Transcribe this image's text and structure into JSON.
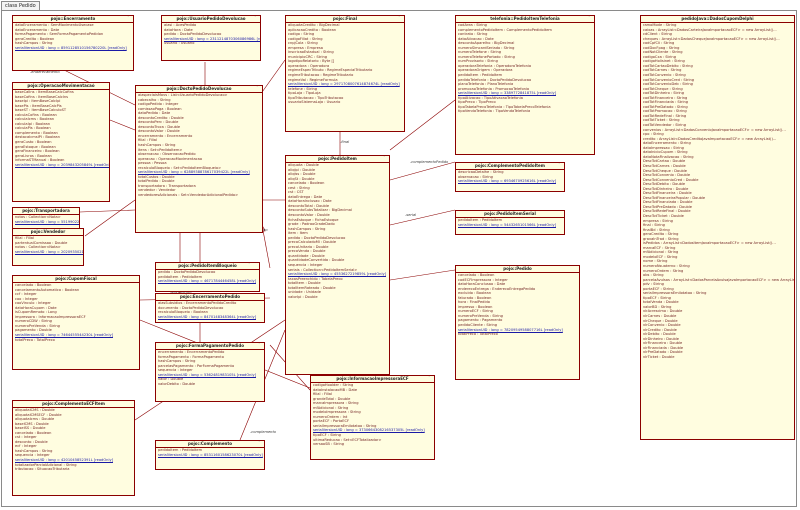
{
  "diagram": {
    "tab_title": "class Pedido"
  },
  "edge_labels": [
    "-enderecamento",
    "-documento",
    "-pedido",
    "-documento",
    "-impressora",
    "-pedido",
    "-complemento",
    "-complemento",
    "-complementoPedido",
    "-serial",
    "-final"
  ],
  "classes": [
    {
      "id": "encerramento",
      "title": "pojo::Encerramento",
      "stereo": "PersistentInpl",
      "attrs": [
        "dataEnceramento : SemMovimentoUsecase",
        "dataEnceramento : Date",
        "formaPagamento : SemFormaPagamentoPedidon",
        "geraCredito : Boolean",
        "hashCampos : String",
        "serialVersionUID : long = 8591128510156780220L [readOnly]"
      ]
    },
    {
      "id": "usuarioPedido",
      "title": "pojo::UsuarioPedidoDevolucao",
      "stereo": "PersistentInpl",
      "attrs": [
        "aiasi : AcesPedido",
        "dataHora : Date",
        "pedido : DoctoPedidoDevolucao",
        "serialVersionUID : long = 2311214870306086986L [readOnly]",
        "usuario : Usuario"
      ]
    },
    {
      "id": "final",
      "title": "pojo::Final",
      "stereo": "PersistentInpl",
      "attrs": [
        "aliquotaCredito : BigDecimal",
        "aplicacaoCredito : Boolean",
        "codigo : String",
        "codigoFiliat : String",
        "cnpjCola : String",
        "empresa : Empresa",
        "inscricaoEstadual : String",
        "municipioCRC : String",
        "logotipoRelatorio : Byte []",
        "operadora : Operadora",
        "regimeEspecTributo : RegimeEspecialTributario",
        "regimeTributacao : RegimeTributario",
        "regimeVal : RegimeFormula",
        "serialVersionUID : long = 2971708007614874674L [readOnly]",
        "telefone : String",
        "tipoLoja : TipoLoja",
        "tipoTributacao : TipoTributacao",
        "usuarioSistemaLoja : Usuario"
      ]
    },
    {
      "id": "pedidoTelefonia",
      "title": "telefonia::PedidoItemTelefonia",
      "stereo": "PersistentInpl",
      "attrs": [
        "codArea : String",
        "complementoPedidoItem : ComplementoPedidoItem",
        "contrato : String",
        "dataAtivacao : Date",
        "descontoAparelho : BigDecimal",
        "numeroSimcardSeriado : String",
        "numeroTelefone : String",
        "numeroTelefonePortado : String",
        "numProvisorio : String",
        "operadoraTelefonia : OperadoraTelefonia",
        "operadoraOrigem : Operadora",
        "pedidoItem : PedidoItem",
        "pedidoTelefonia : DoctoPedidoDevolucao",
        "planoTelefonia : PlanoTelefonia",
        "promocaoTelefonia : PromocaoTelefonia",
        "serialVersionUID : long = 3389772841875L [readOnly]",
        "tipoAtivacao : TipoAtivacaoTelefonia",
        "tipoPreco : TipoPreco",
        "tipoTabelaPrecoTelefonia : TipoTabelaPrecoTelefonia",
        "tipoVendaTelefonia : TipoVendaTelefonia"
      ]
    },
    {
      "id": "dadosCupomDelphi",
      "title": "pedidoJava::DadosCupomDelphi",
      "stereo": "",
      "attrs": [
        "ramoMode : String",
        "caixas : ArrayList<DadosCarteiraJavaImportacaoECF> = new ArrayList()...",
        "cdClient : String",
        "cheques : ArrayList<DadosChequeJavaImportacaoECF> = new ArrayList()...",
        "codCpfCli : String",
        "codDocFpag : String",
        "codNotCliente : String",
        "codigoCxa : String",
        "codigoHolisinet : String",
        "codTotCartaoDebito : String",
        "codTotCarnes : String",
        "codTotConvenio : String",
        "codTotConvenioCred : String",
        "codTotConvenioDeb : String",
        "codTotCheque : String",
        "codTotDinheiro : String",
        "codTotFinanceira : String",
        "codTotFinanciada : String",
        "codTotPreDatado : String",
        "codTotPromocao : String",
        "codTotRedeFinal : String",
        "codTotTicket : String",
        "codTotVendedor : String",
        "convenios : ArrayList<DadosConvenioJavaImportacaoECF> = new ArrayList()...",
        "cpo : String",
        "credito : ArrayList<DadosCreditoJavaImportacaoECF> = new ArrayList()...",
        "dataEncerramento : String",
        "dataImpressao : String",
        "dataInicioCupom : String",
        "dataNotaFinalizacao : String",
        "DescTotCartao : Double",
        "DescTotCarnes : Double",
        "DescTotCheque : Double",
        "DescTotConvenio : Double",
        "DescTotConvenioCred : Double",
        "DescTotDebito : Double",
        "DescTotDinheiro : Double",
        "DescTotFinanceira : Double",
        "DescTotFinanceiraPopular : Double",
        "DescTotFinanciada : Double",
        "DescTotPreDatado : Double",
        "DescTotRedeFinal : Double",
        "DescTotTicket : Double",
        "empresa : String",
        "final : String",
        "finalBd : String",
        "geraCredito : String",
        "gravaInTrad : String",
        "isPedidos : ArrayList<DadosItemJavaImportacaoECF> = new ArrayList()...",
        "marcaECF : String",
        "mfAdicional : String",
        "modeloECF : String",
        "nome : String",
        "numeroNsuaterno : String",
        "numeroOrdem : String",
        "obs : String",
        "parcelaAvulsas : ArrayList<DadosParcelaAvulsaJavaImportacaoECF> = new ArrayList()...",
        "pdv : String",
        "portaECF : String",
        "serialImpressoraEmilotatoo : String",
        "tipoECF : String",
        "totalVenda : Double",
        "valorBD : String",
        "vlrAcrescimo : Double",
        "vlrCarnes : Double",
        "vlrCheque : Double",
        "vlrConvenio : Double",
        "vlrCredito : Double",
        "vlrDebito : Double",
        "vlrDinheiro : Double",
        "vlrFinanceira : Double",
        "vlrFinanciada : Double",
        "vlrPreDatado : Double",
        "vlrTicket : Double"
      ]
    },
    {
      "id": "operacaoMov",
      "title": "pojo::OperacaoMovimentacao",
      "stereo": "Operacao",
      "attrs": [
        "baseCalIns : ItemBaseCalcCofins",
        "baseCofins : ItemBaseCalcIns",
        "baseIpi : ItemBaseCalcIpi",
        "basePis : ItemBaseCalcPis",
        "baseST : ItemBaseCalculoST",
        "calculaCofins : Boolean",
        "calculaIcms : Boolean",
        "calculaIpi : Boolean",
        "calculaPis : Boolean",
        "complemento : Boolean",
        "destacaIcmsIPI : Boolean",
        "geraCusto : Boolean",
        "geraEstoque : Boolean",
        "geraFinanceiro : Boolean",
        "geraLivros : Boolean",
        "informaSTManual : Boolean",
        "serialVersionUID : long = 2039843205849L [readOnly]"
      ]
    },
    {
      "id": "transportadora",
      "title": "pojo::Transportadora",
      "stereo": "Fornecedor",
      "attrs": [
        "notas : Collection<Nota>",
        "serialVersionUID : long = 5519902216377996L [readOnly]"
      ]
    },
    {
      "id": "vendedor",
      "title": "pojo::Vendedor",
      "stereo": "Colaborador",
      "attrs": [
        "filial : Filial",
        "partentualComissao : Double",
        "notas : Collection<Nota>",
        "serialVersionUID : long = 2020935021400536L [readOnly]"
      ]
    },
    {
      "id": "cupomFiscal",
      "title": "pojo::CupomFiscal",
      "stereo": "",
      "attrs": [
        "cancelado : Boolean",
        "cancelamentoAutomatico : Boolean",
        "ccf : Integer",
        "coo : Integer",
        "cooVinculo : Integer",
        "dataHoraCupom : Date",
        "isCupomRemoto : Long",
        "impressora : InformacaoImpressoraECF",
        "numeroCDW : String",
        "numeroPreVenda : String",
        "pagamento : Double",
        "serialVersionUID : long = 7464455544230L [readOnly]",
        "totalPreco : TotalPreco"
      ]
    },
    {
      "id": "complementoECF",
      "title": "pojo::ComplementoECFItem",
      "stereo": "",
      "attrs": [
        "aliquotaICMS : Double",
        "aliquotaICMSECF : Double",
        "aliquotaIcms : Double",
        "baseICMS : Double",
        "baseISS : Double",
        "cancelado : Boolean",
        "cst : Integer",
        "desconto : Double",
        "ecf : Integer",
        "hashCampos : String",
        "sequencia : Integer",
        "serialVersionUID : long = 4201045852391L [readOnly]",
        "totalizadorParcialAdicional : String",
        "tributacao : SituacaoTributaria"
      ]
    },
    {
      "id": "doctoPedido",
      "title": "pojo::DoctoPedidoDevolucao",
      "stereo": "PersistentInpl",
      "attrs": [
        "aiaspeciaisMovs : List<UsuarioPedidoDevolucao>",
        "cabecalho : String",
        "codigoPedido : Integer",
        "comissaoPaga : Boolean",
        "dataPedido : Date",
        "descontoCredito : Double",
        "descontoPerc : Double",
        "descontoTroca : Double",
        "descontoValor : Double",
        "encerramento : Encerramento",
        "filial : Filial",
        "hashCampos : String",
        "itens : Set<PedidoItem>",
        "observacao : ObservacaoPedido",
        "operacao : OperacaoMovimentacao",
        "pessoa : Pessoa",
        "recalculoBloqueio : Set<PedidoItemBloqueio>",
        "serialVersionUID : long = 6288938878617039422L [readOnly]",
        "totalCustos : Double",
        "totalPedido : Double",
        "transportadora : Transportadora",
        "vendedor : Vendedor",
        "vendedoresAdicionais : Set<VendedorAdicionalPedido>"
      ]
    },
    {
      "id": "pedidoItemBloq",
      "title": "pojo::PedidoItemBloqueio",
      "stereo": "RelacaoDocumentoBloqueio",
      "attrs": [
        "pedido : DoctoPedidoDevolucao",
        "pedidoItem : PedidoItem",
        "serialVersionUID : long = 4671784446458L [readOnly]"
      ]
    },
    {
      "id": "encerramentoPedido",
      "title": "pojo::EncerramentoPedido",
      "stereo": "",
      "attrs": [
        "aiasSubsidios : EncerramentoPedidoCredito",
        "documento : DoctoPedidoDevolucao",
        "recalculoBloqueio : Boolean",
        "serialVersionUID : long = 8470148348364L [readOnly]"
      ]
    },
    {
      "id": "formaPagamento",
      "title": "pojo::FormaPagamentoPedido",
      "stereo": "PersistentInpl",
      "attrs": [
        "encerramento : EncerramentoPedido",
        "formaPagamento : FormaPagamento",
        "hashCampos : String",
        "parcelasPagamento : ParFormaPagamento",
        "sequencia : Integer",
        "serialVersionUID : long = 5362481983105L [readOnly]",
        "valor : Double",
        "valorDebito : Double"
      ]
    },
    {
      "id": "complemento",
      "title": "pojo::Complemento",
      "stereo": "PersistentInpl",
      "attrs": [
        "pedidoItem : PedidoItem",
        "serialVersionUID : long = 8531160158623070L [readOnly]"
      ]
    },
    {
      "id": "pedidoItem",
      "title": "pojo::PedidoItem",
      "stereo": "PersistentInpl",
      "attrs": [
        "aliquota : Double",
        "aliqIpi : Double",
        "aliqIss : Double",
        "aliqSt : Double",
        "cancelado : Boolean",
        "cest : String",
        "cst : CST",
        "dataEntrega : Date",
        "dataHoraInclusao : Date",
        "descontoTotal : Double",
        "descontoSubsTotalizar : BigDecimal",
        "descontoValor : Double",
        "fichaEstoque : FichaEstoque",
        "grade : PadraoGradeDado",
        "hashCampos : String",
        "item : Item",
        "pedido : DoctoPedidoDevolucao",
        "precoCalculadoMl : Double",
        "precoUnitario : Double",
        "precoVenda : Double",
        "quantidade : Double",
        "quantidadeConvertida : Double",
        "sequencia : Integer",
        "seriais : Collection<PedidoItemSerial>",
        "serialVersionUID : long = 4553627219859L [readOnly]",
        "taxasPreenchido : TabelaPreco",
        "totalItem : Double",
        "totalItemRateado : Double",
        "unidade : Unidade",
        "valorIpi : Double"
      ]
    },
    {
      "id": "complementoPedItem",
      "title": "pojo::ComplementoPedidoItem",
      "stereo": "PersistentInpl",
      "attrs": [
        "descricaoDetalhe : String",
        "observacao : String",
        "serialVersionUID : long = 6934670925616L [readOnly]"
      ]
    },
    {
      "id": "pedidoItemSerial",
      "title": "pojo::PedidoItemSerial",
      "stereo": "RelacaoSerial",
      "attrs": [
        "pedidoItem : PedidoItem",
        "serialVersionUID : long = 5443265101566L [readOnly]"
      ]
    },
    {
      "id": "pedido",
      "title": "pojo::Pedido",
      "stereo": "",
      "attrs": [
        "cancelado : Boolean",
        "codECFImpressora : Integer",
        "dataHoraConclusao : Date",
        "enderecoEntrega : EnderecoEntregaPedido",
        "excluido : Boolean",
        "faturado : Boolean",
        "hora : FinalPedido",
        "impresso : Boolean",
        "numeroECF : String",
        "numeroPreVenda : String",
        "pagamento : Pagamento",
        "pedidoCliente : String",
        "serialVersionUID : long = 7820954958807716L [readOnly]",
        "totalPreco : TotalPreco"
      ]
    },
    {
      "id": "infoImpressora",
      "title": "pojo::InformacaoImpressoraECF",
      "stereo": "PersistentInpl",
      "attrs": [
        "codigoHoolder : String",
        "dataInstalacaoMB : Date",
        "filial : Filial",
        "grandeTotal : Double",
        "marcaImpressora : String",
        "mfAdicional : String",
        "modeloImpressora : String",
        "numeroOrdem : Int",
        "portaECF : PortaECF",
        "serialImpressoraEmilotatoo : String",
        "serialVersionUID : long = 3730664308216537305L [readOnly]",
        "tipoECF : String",
        "ultimaReducao : Set<ECFTotalizador>",
        "versaoSB : String"
      ]
    }
  ]
}
